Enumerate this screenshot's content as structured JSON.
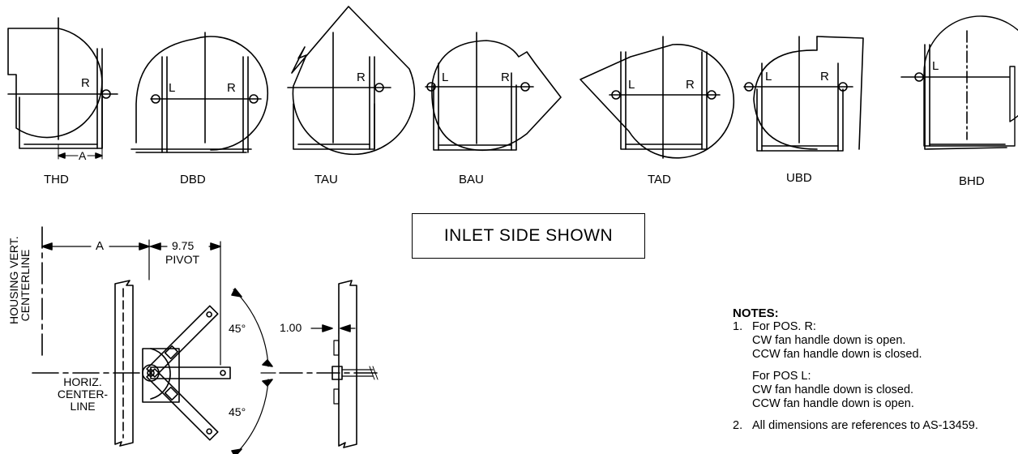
{
  "positions": [
    {
      "code": "THD",
      "handles": [
        "R"
      ]
    },
    {
      "code": "DBD",
      "handles": [
        "L",
        "R"
      ]
    },
    {
      "code": "TAU",
      "handles": [
        "R"
      ]
    },
    {
      "code": "BAU",
      "handles": [
        "L",
        "R"
      ]
    },
    {
      "code": "TAD",
      "handles": [
        "L",
        "R"
      ]
    },
    {
      "code": "UBD",
      "handles": [
        "L",
        "R"
      ]
    },
    {
      "code": "BHD",
      "handles": [
        "L"
      ]
    }
  ],
  "dim_a_small": "A",
  "inlet_label": "INLET SIDE SHOWN",
  "detail": {
    "dim_a": "A",
    "pivot_dim": "9.75",
    "pivot_label": "PIVOT",
    "angle_top": "45°",
    "angle_bottom": "45°",
    "side_dim": "1.00",
    "vert_centerline_l1": "HOUSING VERT.",
    "vert_centerline_l2": "CENTERLINE",
    "horiz_l1": "HORIZ.",
    "horiz_l2": "CENTER-",
    "horiz_l3": "LINE"
  },
  "notes": {
    "heading": "NOTES:",
    "n1_num": "1.",
    "n1_pos_r": "For POS. R:",
    "n1_r_a": "CW fan handle down is open.",
    "n1_r_b": "CCW fan handle down is closed.",
    "n1_pos_l": "For POS L:",
    "n1_l_a": "CW fan handle down is closed.",
    "n1_l_b": "CCW fan handle down is open.",
    "n2_num": "2.",
    "n2_text": "All dimensions are references to AS-13459."
  }
}
